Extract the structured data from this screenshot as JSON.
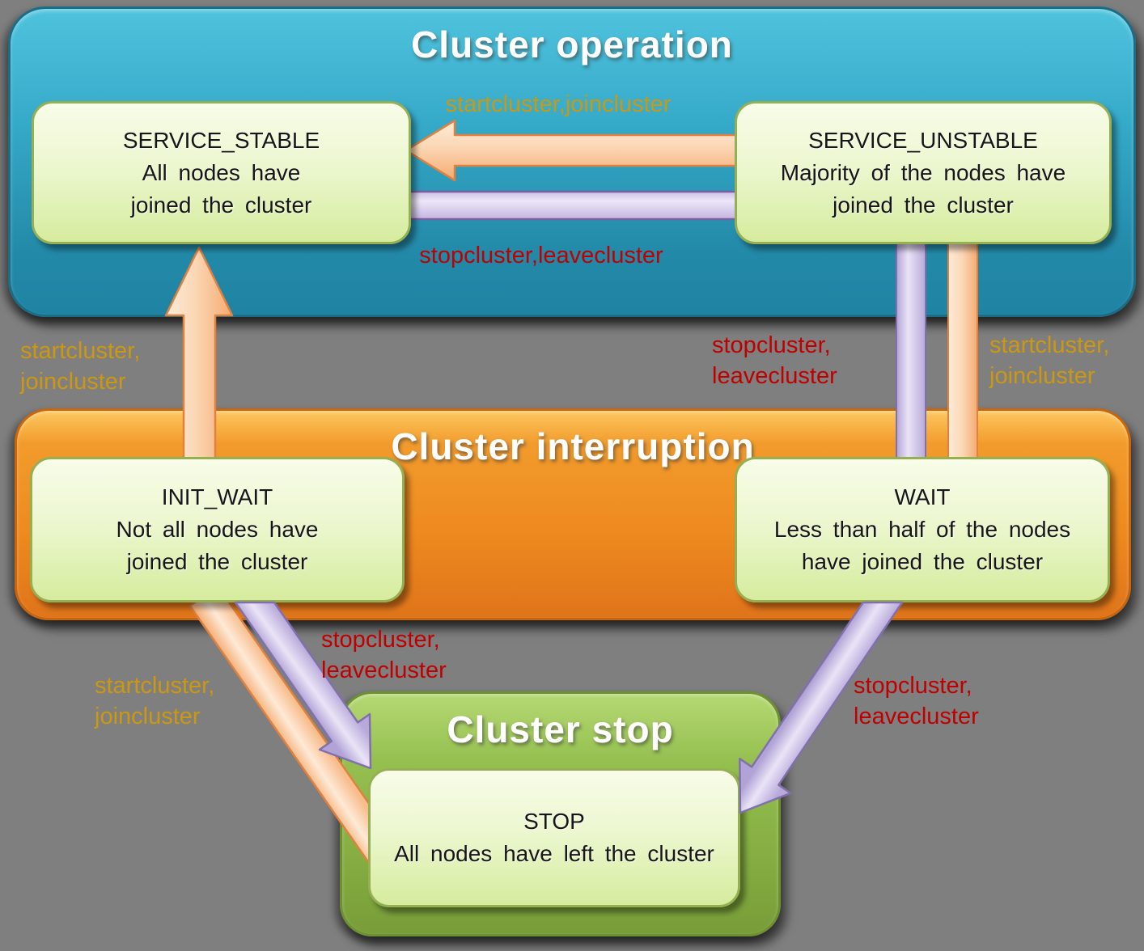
{
  "colors": {
    "background": "#7f7f7f",
    "label_orange": "#cc9812",
    "label_red": "#c00000",
    "title_text": "#ffffff",
    "state_text": "#161616",
    "operation_container": "#2f9fc0",
    "interruption_container": "#ee8a1f",
    "stop_container": "#85ad42",
    "state_box_fill": "#e8f5c8",
    "state_box_border": "#95b052",
    "arrow_orange_fill": "#f8c08c",
    "arrow_orange_border": "#e0813f",
    "arrow_purple_fill": "#d9cdee",
    "arrow_purple_border": "#8070ab"
  },
  "containers": {
    "operation": {
      "title": "Cluster operation"
    },
    "interruption": {
      "title": "Cluster interruption"
    },
    "stop": {
      "title": "Cluster stop"
    }
  },
  "states": {
    "service_stable": {
      "lines": [
        "SERVICE_STABLE",
        "All nodes have",
        "joined the cluster"
      ]
    },
    "service_unstable": {
      "lines": [
        "SERVICE_UNSTABLE",
        "Majority of the nodes have",
        "joined the cluster"
      ]
    },
    "init_wait": {
      "lines": [
        "INIT_WAIT",
        "Not all nodes have",
        "joined the cluster"
      ]
    },
    "wait": {
      "lines": [
        "WAIT",
        "Less than half of the nodes",
        "have joined the cluster"
      ]
    },
    "stop": {
      "lines": [
        "STOP",
        "All nodes have left the cluster"
      ]
    }
  },
  "edge_labels": {
    "top_start": {
      "text": "startcluster,joincluster"
    },
    "top_stop": {
      "text": "stopcluster,leavecluster"
    },
    "mid_left_start": {
      "lines": [
        "startcluster,",
        "joincluster"
      ]
    },
    "mid_right_stop": {
      "lines": [
        "stopcluster,",
        "leavecluster"
      ]
    },
    "mid_right_start": {
      "lines": [
        "startcluster,",
        "joincluster"
      ]
    },
    "bottom_left_start": {
      "lines": [
        "startcluster,",
        "joincluster"
      ]
    },
    "bottom_left_stop": {
      "lines": [
        "stopcluster,",
        "leavecluster"
      ]
    },
    "bottom_right_stop": {
      "lines": [
        "stopcluster,",
        "leavecluster"
      ]
    }
  }
}
